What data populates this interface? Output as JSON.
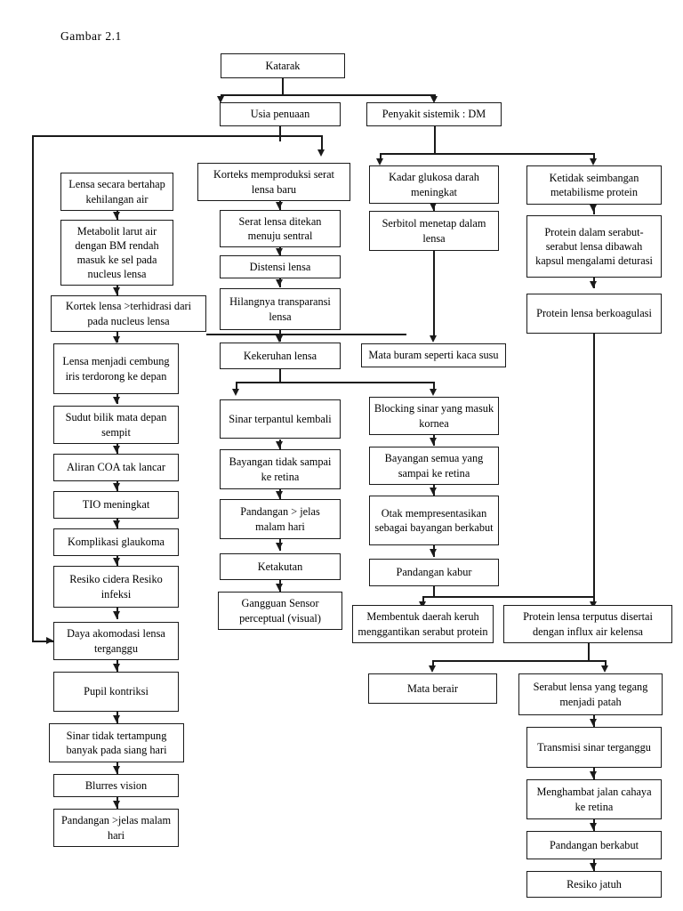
{
  "figure": {
    "caption": "Gambar  2.1"
  },
  "chart_data": {
    "type": "diagram",
    "title": "Gambar  2.1",
    "diagram_kind": "flowchart",
    "orientation": "top-down",
    "nodes": [
      {
        "id": "katarak",
        "label": "Katarak"
      },
      {
        "id": "usia",
        "label": "Usia penuaan"
      },
      {
        "id": "dm",
        "label": "Penyakit sistemik : DM"
      },
      {
        "id": "korteks",
        "label": "Korteks memproduksi serat lensa baru"
      },
      {
        "id": "kadar",
        "label": "Kadar glukosa darah meningkat"
      },
      {
        "id": "ketidak",
        "label": "Ketidak seimbangan metabilisme protein"
      },
      {
        "id": "lensa_bertahap",
        "label": "Lensa secara bertahap kehilangan air"
      },
      {
        "id": "serat_ditekan",
        "label": "Serat lensa ditekan menuju sentral"
      },
      {
        "id": "serbitol",
        "label": "Serbitol menetap dalam lensa"
      },
      {
        "id": "protein_serabut",
        "label": "Protein dalam serabut-serabut lensa dibawah kapsul mengalami deturasi"
      },
      {
        "id": "metabolit",
        "label": "Metabolit larut air dengan BM rendah masuk ke sel pada nucleus lensa"
      },
      {
        "id": "distensi",
        "label": "Distensi lensa"
      },
      {
        "id": "hilangnya",
        "label": "Hilangnya transparansi lensa"
      },
      {
        "id": "protein_koag",
        "label": "Protein lensa berkoagulasi"
      },
      {
        "id": "kortek",
        "label": "Kortek lensa >terhidrasi dari pada nucleus lensa"
      },
      {
        "id": "kekeruhan",
        "label": "Kekeruhan lensa"
      },
      {
        "id": "mata_buram",
        "label": "Mata buram seperti kaca susu"
      },
      {
        "id": "lensa_cembung",
        "label": "Lensa menjadi cembung iris terdorong ke depan"
      },
      {
        "id": "sinar_terpantul",
        "label": "Sinar terpantul kembali"
      },
      {
        "id": "blocking",
        "label": "Blocking sinar yang masuk kornea"
      },
      {
        "id": "sudut",
        "label": "Sudut bilik mata depan sempit"
      },
      {
        "id": "bayangan_tidak",
        "label": "Bayangan tidak sampai ke retina"
      },
      {
        "id": "bayangan_semua",
        "label": "Bayangan semua yang sampai ke retina"
      },
      {
        "id": "aliran",
        "label": "Aliran COA tak lancar"
      },
      {
        "id": "pandangan_jelas",
        "label": "Pandangan > jelas malam hari"
      },
      {
        "id": "otak",
        "label": "Otak mempresentasikan sebagai bayangan berkabut"
      },
      {
        "id": "tio",
        "label": "TIO meningkat"
      },
      {
        "id": "ketakutan",
        "label": "Ketakutan"
      },
      {
        "id": "komplikasi",
        "label": "Komplikasi  glaukoma"
      },
      {
        "id": "pandangan_kabur",
        "label": "Pandangan kabur"
      },
      {
        "id": "resiko_cidera",
        "label": "Resiko cidera Resiko infeksi"
      },
      {
        "id": "gangguan",
        "label": "Gangguan Sensor perceptual  (visual)"
      },
      {
        "id": "membentuk",
        "label": "Membentuk daerah keruh menggantikan serabut protein"
      },
      {
        "id": "protein_terputus",
        "label": "Protein lensa terputus disertai dengan influx air kelensa"
      },
      {
        "id": "daya",
        "label": "Daya akomodasi lensa terganggu"
      },
      {
        "id": "mata_berair",
        "label": "Mata berair"
      },
      {
        "id": "serabut_tegang",
        "label": "Serabut lensa yang tegang menjadi patah"
      },
      {
        "id": "pupil",
        "label": "Pupil kontriksi"
      },
      {
        "id": "transmisi",
        "label": "Transmisi sinar terganggu"
      },
      {
        "id": "sinar_tidak",
        "label": "Sinar tidak tertampung banyak pada siang hari"
      },
      {
        "id": "menghambat",
        "label": "Menghambat jalan cahaya ke retina"
      },
      {
        "id": "blurres",
        "label": "Blurres  vision"
      },
      {
        "id": "pandangan_berkabut",
        "label": "Pandangan berkabut"
      },
      {
        "id": "pandangan_jelas2",
        "label": "Pandangan >jelas malam hari"
      },
      {
        "id": "resiko_jatuh",
        "label": "Resiko jatuh"
      }
    ],
    "edges": [
      [
        "katarak",
        "usia"
      ],
      [
        "katarak",
        "dm"
      ],
      [
        "usia",
        "korteks"
      ],
      [
        "usia",
        "daya"
      ],
      [
        "dm",
        "kadar"
      ],
      [
        "dm",
        "ketidak"
      ],
      [
        "korteks",
        "serat_ditekan"
      ],
      [
        "kadar",
        "serbitol"
      ],
      [
        "ketidak",
        "protein_serabut"
      ],
      [
        "lensa_bertahap",
        "metabolit"
      ],
      [
        "serat_ditekan",
        "distensi"
      ],
      [
        "serbitol",
        "mata_buram"
      ],
      [
        "protein_serabut",
        "protein_koag"
      ],
      [
        "metabolit",
        "kortek"
      ],
      [
        "distensi",
        "hilangnya"
      ],
      [
        "hilangnya",
        "kekeruhan"
      ],
      [
        "kortek",
        "lensa_cembung"
      ],
      [
        "kortek",
        "kekeruhan"
      ],
      [
        "kekeruhan",
        "sinar_terpantul"
      ],
      [
        "kekeruhan",
        "blocking"
      ],
      [
        "lensa_cembung",
        "sudut"
      ],
      [
        "sinar_terpantul",
        "bayangan_tidak"
      ],
      [
        "blocking",
        "bayangan_semua"
      ],
      [
        "sudut",
        "aliran"
      ],
      [
        "bayangan_tidak",
        "pandangan_jelas"
      ],
      [
        "bayangan_semua",
        "otak"
      ],
      [
        "aliran",
        "tio"
      ],
      [
        "pandangan_jelas",
        "ketakutan"
      ],
      [
        "otak",
        "pandangan_kabur"
      ],
      [
        "tio",
        "komplikasi"
      ],
      [
        "ketakutan",
        "gangguan"
      ],
      [
        "komplikasi",
        "resiko_cidera"
      ],
      [
        "resiko_cidera",
        "daya"
      ],
      [
        "pandangan_kabur",
        "membentuk"
      ],
      [
        "protein_koag",
        "membentuk"
      ],
      [
        "protein_koag",
        "protein_terputus"
      ],
      [
        "protein_terputus",
        "mata_berair"
      ],
      [
        "protein_terputus",
        "serabut_tegang"
      ],
      [
        "daya",
        "pupil"
      ],
      [
        "serabut_tegang",
        "transmisi"
      ],
      [
        "pupil",
        "sinar_tidak"
      ],
      [
        "transmisi",
        "menghambat"
      ],
      [
        "sinar_tidak",
        "blurres"
      ],
      [
        "menghambat",
        "pandangan_berkabut"
      ],
      [
        "blurres",
        "pandangan_jelas2"
      ],
      [
        "pandangan_berkabut",
        "resiko_jatuh"
      ]
    ]
  },
  "nodes": {
    "katarak": "Katarak",
    "usia": "Usia penuaan",
    "dm": "Penyakit sistemik : DM",
    "korteks": "Korteks memproduksi serat lensa baru",
    "kadar": "Kadar glukosa darah meningkat",
    "ketidak": "Ketidak seimbangan metabilisme protein",
    "lensa_bertahap": "Lensa secara bertahap kehilangan air",
    "serat_ditekan": "Serat lensa ditekan menuju sentral",
    "serbitol": "Serbitol menetap dalam lensa",
    "protein_serabut": "Protein dalam serabut-serabut lensa dibawah kapsul mengalami deturasi",
    "metabolit": "Metabolit larut air dengan BM rendah masuk ke sel pada nucleus lensa",
    "distensi": "Distensi lensa",
    "hilangnya": "Hilangnya transparansi lensa",
    "protein_koag": "Protein lensa berkoagulasi",
    "kortek": "Kortek lensa >terhidrasi dari pada nucleus lensa",
    "kekeruhan": "Kekeruhan lensa",
    "mata_buram": "Mata buram seperti kaca susu",
    "lensa_cembung": "Lensa menjadi cembung iris terdorong ke depan",
    "sinar_terpantul": "Sinar terpantul kembali",
    "blocking": "Blocking sinar yang masuk kornea",
    "sudut": "Sudut bilik mata depan sempit",
    "bayangan_tidak": "Bayangan tidak sampai ke retina",
    "bayangan_semua": "Bayangan semua yang sampai ke retina",
    "aliran": "Aliran COA  tak lancar",
    "pandangan_jelas": "Pandangan > jelas malam hari",
    "otak": "Otak mempresentasikan sebagai bayangan berkabut",
    "tio": "TIO meningkat",
    "ketakutan": "Ketakutan",
    "komplikasi": "Komplikasi  glaukoma",
    "pandangan_kabur": "Pandangan kabur",
    "resiko_cidera": "Resiko cidera Resiko infeksi",
    "gangguan": "Gangguan Sensor perceptual  (visual)",
    "membentuk": "Membentuk daerah keruh menggantikan serabut protein",
    "protein_terputus": "Protein lensa terputus disertai dengan influx air kelensa",
    "daya": "Daya akomodasi lensa terganggu",
    "mata_berair": "Mata berair",
    "serabut_tegang": "Serabut lensa yang tegang menjadi patah",
    "pupil": "Pupil kontriksi",
    "transmisi": "Transmisi sinar terganggu",
    "sinar_tidak": "Sinar tidak tertampung banyak pada siang hari",
    "menghambat": "Menghambat jalan cahaya ke retina",
    "blurres": "Blurres  vision",
    "pandangan_berkabut": "Pandangan berkabut",
    "pandangan_jelas2": "Pandangan >jelas malam hari",
    "resiko_jatuh": "Resiko jatuh"
  },
  "colors": {
    "ink": "#1a1a1a",
    "paper": "#ffffff"
  }
}
